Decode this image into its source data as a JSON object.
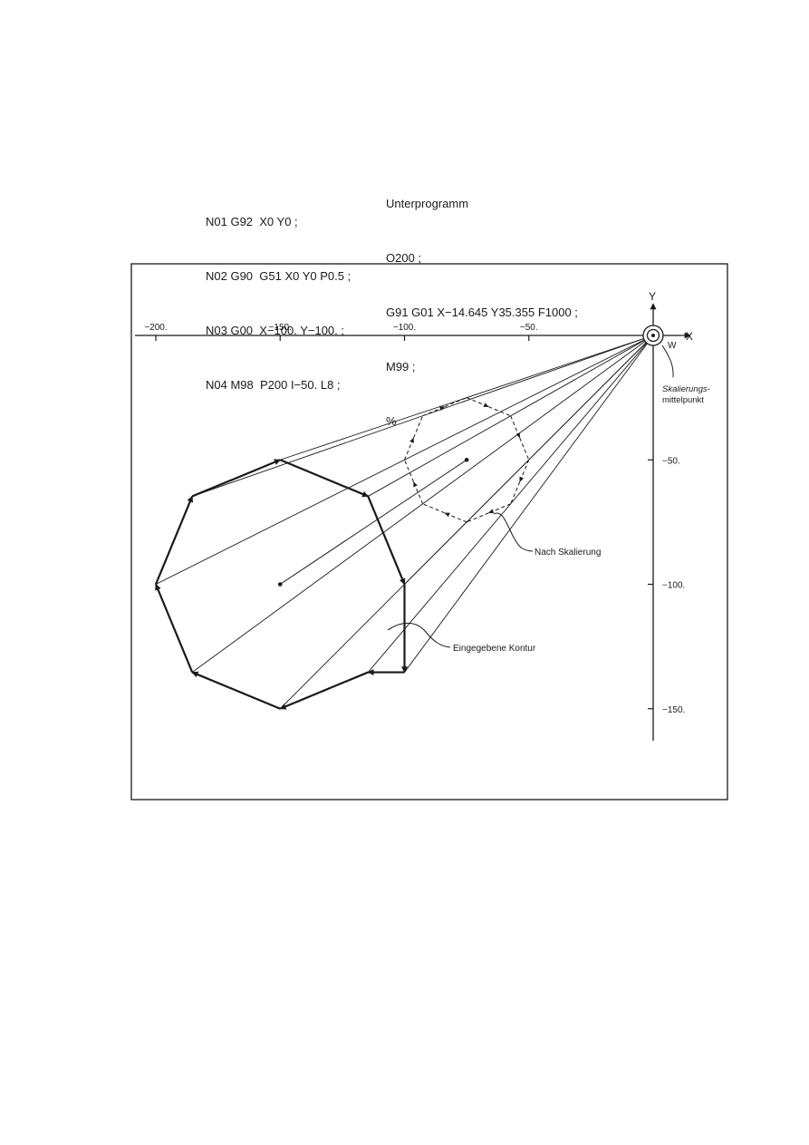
{
  "program": {
    "lines": [
      "N01 G92  X0 Y0 ;",
      "N02 G90  G51 X0 Y0 P0.5 ;",
      "N03 G00  X−100. Y−100. ;",
      "N04 M98  P200 I−50. L8 ;"
    ]
  },
  "subprogram": {
    "title": "Unterprogramm",
    "lines": [
      "O200 ;",
      "G91 G01 X−14.645 Y35.355 F1000 ;",
      "M99 ;",
      "%"
    ]
  },
  "axes": {
    "x_label": "X",
    "y_label": "Y",
    "origin_label": "W",
    "x_ticks": [
      {
        "value": -200,
        "label": "−200."
      },
      {
        "value": -150,
        "label": "−150."
      },
      {
        "value": -100,
        "label": "−100."
      },
      {
        "value": -50,
        "label": "−50."
      }
    ],
    "y_ticks": [
      {
        "value": -50,
        "label": "−50."
      },
      {
        "value": -100,
        "label": "−100."
      },
      {
        "value": -150,
        "label": "−150."
      }
    ]
  },
  "annotations": {
    "scaling_center_line1": "Skalierungs-",
    "scaling_center_line2": "mittelpunkt",
    "after_scaling": "Nach Skalierung",
    "input_contour": "Eingegebene Kontur"
  },
  "geometry": {
    "input_contour": {
      "center": [
        -150,
        -100
      ],
      "vertices": [
        [
          -100,
          -100
        ],
        [
          -100,
          -135.355
        ],
        [
          -114.645,
          -135.355
        ],
        [
          -150,
          -150
        ],
        [
          -185.355,
          -135.355
        ],
        [
          -200,
          -100
        ],
        [
          -185.355,
          -64.645
        ],
        [
          -150,
          -50
        ],
        [
          -114.645,
          -64.645
        ]
      ]
    },
    "scaled_contour": {
      "center": [
        -75,
        -50
      ],
      "vertices": [
        [
          -50,
          -50
        ],
        [
          -57.322,
          -67.678
        ],
        [
          -75,
          -75
        ],
        [
          -92.678,
          -67.678
        ],
        [
          -100,
          -50
        ],
        [
          -92.678,
          -32.322
        ],
        [
          -75,
          -25
        ],
        [
          -57.322,
          -32.322
        ]
      ]
    }
  }
}
